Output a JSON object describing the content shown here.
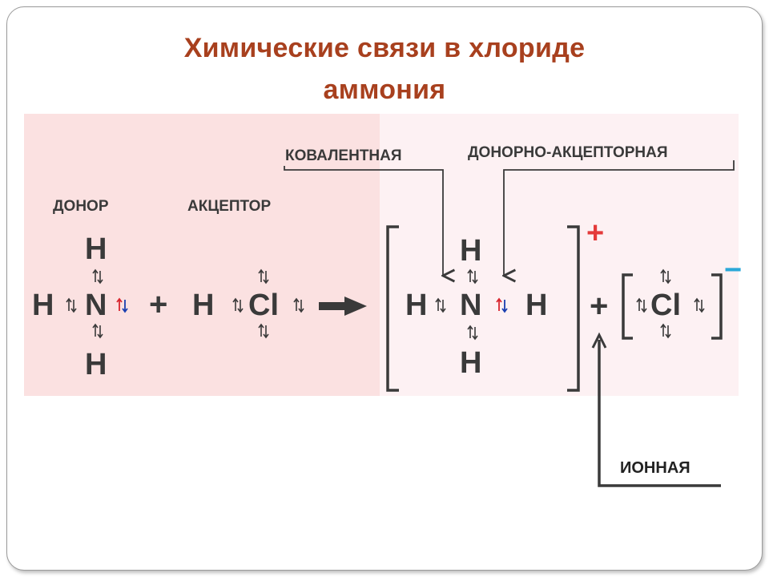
{
  "title": {
    "line1": "Химические связи в хлориде",
    "line2": "аммония"
  },
  "labels": {
    "donor": "ДОНОР",
    "acceptor": "АКЦЕПТОР",
    "covalent": "КОВАЛЕНТНАЯ",
    "donor_acceptor": "ДОНОРНО-АКЦЕПТОРНАЯ",
    "ionic": "ИОННАЯ"
  },
  "atoms": {
    "hydrogen": "H",
    "nitrogen": "N",
    "chlorine": "Cl"
  },
  "operators": {
    "plus": "+",
    "cation_charge": "+",
    "anion_charge": "−"
  },
  "colors": {
    "title": "#a8401e",
    "left_panel": "#fbe1e1",
    "right_panel": "#fdf1f3",
    "text": "#3a3a3a",
    "blue_arrow": "#1a3fb0",
    "red_arrow": "#d8262e",
    "charge_plus": "#e43a3a",
    "charge_minus": "#2aa8d8"
  }
}
